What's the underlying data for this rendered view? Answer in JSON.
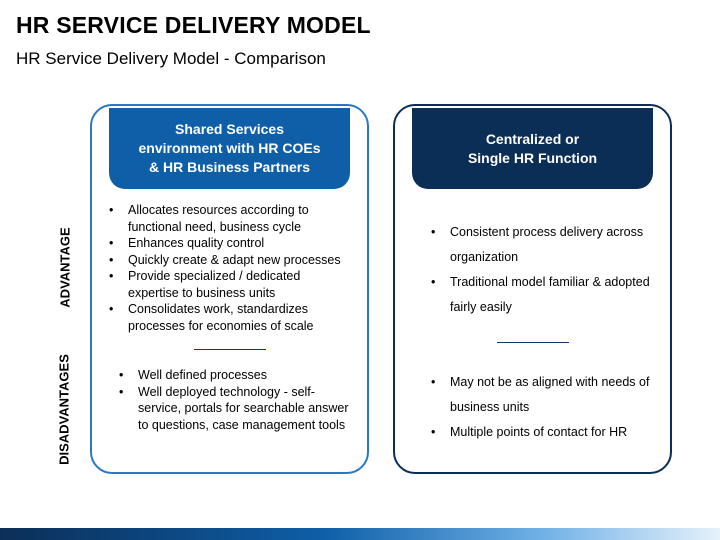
{
  "title": "HR SERVICE DELIVERY MODEL",
  "subtitle": "HR Service Delivery Model - Comparison",
  "side_labels": {
    "advantage": "ADVANTAGE",
    "disadvantages": "DISADVANTAGES"
  },
  "left_panel": {
    "header_lines": [
      "Shared Services",
      "environment with HR COEs",
      "& HR Business Partners"
    ],
    "advantages": [
      "Allocates resources according to functional need, business cycle",
      "Enhances quality control",
      "Quickly create & adapt new processes",
      "Provide specialized / dedicated expertise to business units",
      "Consolidates work, standardizes processes for economies of scale"
    ],
    "disadvantages": [
      "Well defined processes",
      "Well deployed technology - self-service, portals for searchable answer to questions, case management tools"
    ]
  },
  "right_panel": {
    "header_lines": [
      "Centralized or",
      "Single HR Function"
    ],
    "advantages": [
      "Consistent process delivery across organization",
      "Traditional model familiar & adopted fairly easily"
    ],
    "disadvantages": [
      "May not be as aligned with needs of business units",
      "Multiple points of contact for HR"
    ]
  },
  "colors": {
    "left_header": "#0e5fa8",
    "right_header": "#0b2e57",
    "left_border": "#2a78c2",
    "right_border": "#0b2e57"
  }
}
